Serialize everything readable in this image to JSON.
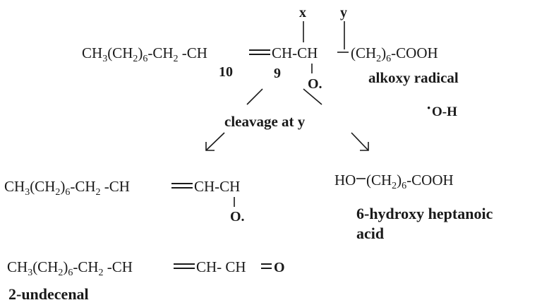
{
  "radical": {
    "x_label": "x",
    "y_label": "y",
    "chain_left": "CH3(CH2)6-CH2 -CH",
    "chain_left_parts": {
      "a": "CH",
      "b": "3",
      "c": "(CH",
      "d": "2",
      "e": ")",
      "f": "6",
      "g": "-CH",
      "h": "2",
      "i": " -CH"
    },
    "ch1": "CH-CH",
    "chain_right_parts": {
      "a": "(CH",
      "b": "2",
      "c": ")",
      "d": "6",
      "e": "-COOH"
    },
    "num10": "10",
    "num9": "9",
    "oxy": "O.",
    "label": "alkoxy radical",
    "oh_dot": "·",
    "oh": "O-H"
  },
  "cleavage_label": "cleavage at y",
  "left_product": {
    "parts": {
      "a": "CH",
      "b": "3",
      "c": "(CH",
      "d": "2",
      "e": ")",
      "f": "6",
      "g": "-CH",
      "h": "2",
      "i": " -CH",
      "j": "CH-CH"
    },
    "oxy": "O."
  },
  "right_product": {
    "parts": {
      "a": "HO",
      "b": "(CH",
      "c": "2",
      "d": ")",
      "e": "6",
      "f": "-COOH"
    },
    "name_line1": "6-hydroxy heptanoic",
    "name_line2": "acid"
  },
  "final_product": {
    "parts": {
      "a": "CH",
      "b": "3",
      "c": "(CH",
      "d": "2",
      "e": ")",
      "f": "6",
      "g": "-CH",
      "h": "2",
      "i": " -CH",
      "j": "CH- CH",
      "k": "O"
    },
    "name": "2-undecenal"
  }
}
